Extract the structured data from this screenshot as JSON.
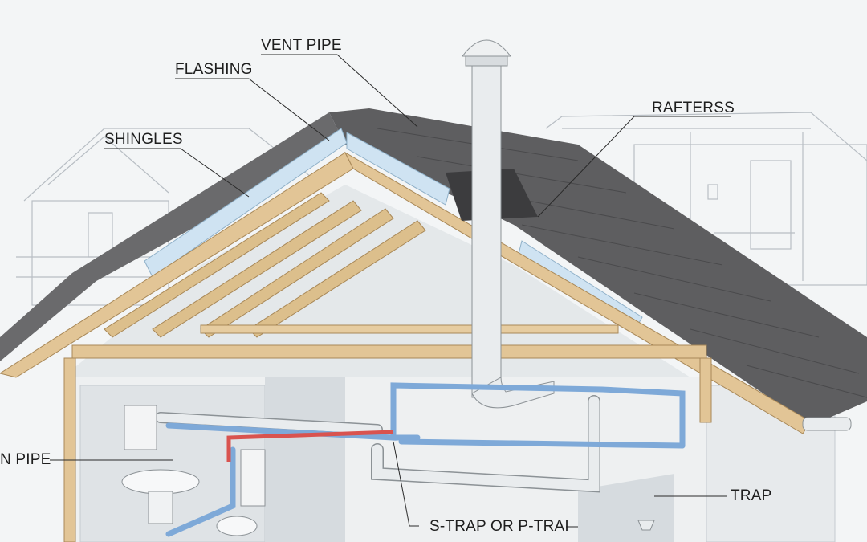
{
  "labels": {
    "vent_pipe": "VENT PIPE",
    "flashing": "FLASHING",
    "shingles": "SHINGLES",
    "rafters": "RAFTERSS",
    "drain_pipe": "N PIPE",
    "trap": "TRAP",
    "s_trap": "S-TRAP OR P-TRAI"
  },
  "colors": {
    "shingle": "#5e5e60",
    "wood": "#e2c596",
    "insulation": "#cfe3f2",
    "supply_cold": "#7ea9d8",
    "supply_hot": "#d9534f",
    "pvc": "#e9ecee"
  }
}
